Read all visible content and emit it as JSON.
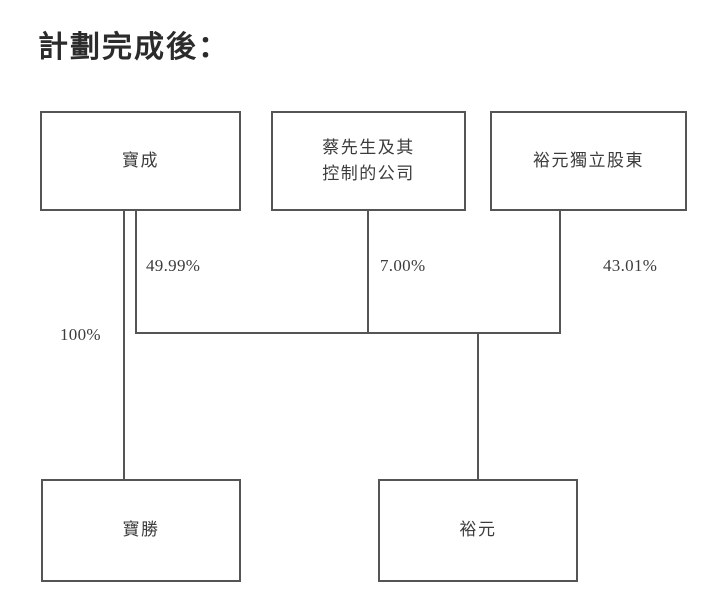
{
  "diagram": {
    "title": "計劃完成後：",
    "type": "org-ownership-chart",
    "nodes": {
      "baocheng": {
        "label": "寶成"
      },
      "mr_tsai": {
        "label": "蔡先生及其\n控制的公司"
      },
      "yuyuan_independent": {
        "label": "裕元獨立股東"
      },
      "baosheng": {
        "label": "寶勝"
      },
      "yuyuan": {
        "label": "裕元"
      }
    },
    "edge_labels": {
      "baocheng_to_yuyuan": "49.99%",
      "baocheng_to_baosheng": "100%",
      "tsai_to_yuyuan": "7.00%",
      "independent_to_yuyuan": "43.01%"
    },
    "colors": {
      "border": "#555555",
      "text": "#3c3c3c",
      "title": "#2b2b2b",
      "background": "#ffffff"
    }
  }
}
